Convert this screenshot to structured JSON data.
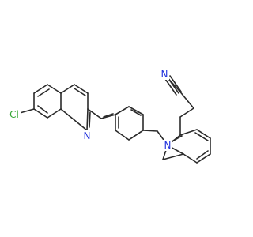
{
  "diagram": {
    "atoms": [
      {
        "id": "Cl",
        "text": "Cl",
        "color": "#33a532"
      },
      {
        "id": "N_quinoline",
        "text": "N",
        "color": "#2233dd"
      },
      {
        "id": "N_indole",
        "text": "N",
        "color": "#2233dd"
      },
      {
        "id": "N_nitrile",
        "text": "N",
        "color": "#2233dd"
      }
    ]
  }
}
